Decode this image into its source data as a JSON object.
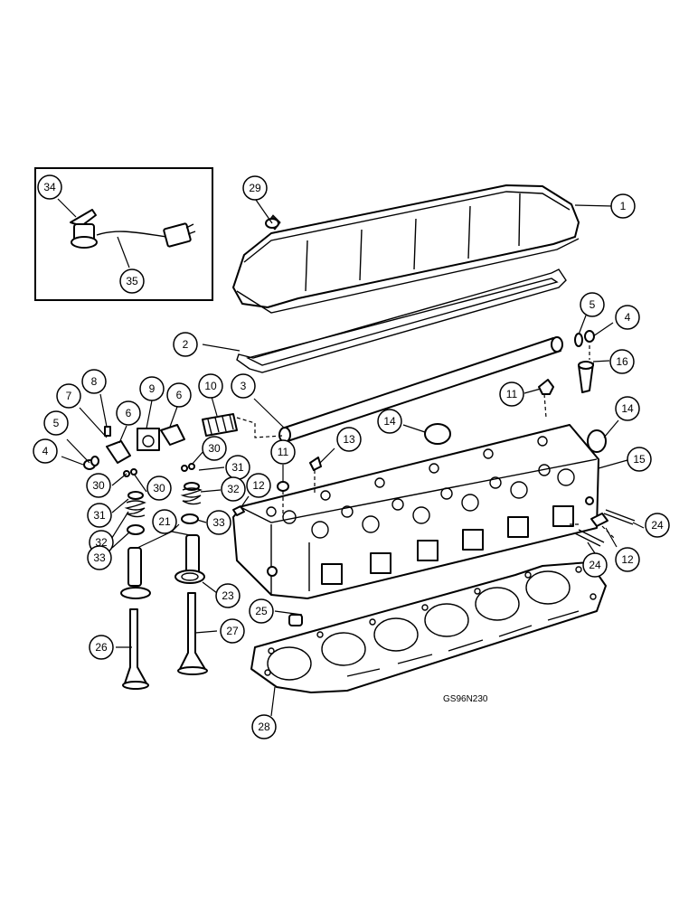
{
  "figure_code": "GS96N230",
  "callouts": [
    {
      "label": "1",
      "name": "valve-cover"
    },
    {
      "label": "2",
      "name": "valve-cover-gasket"
    },
    {
      "label": "3",
      "name": "rocker-shaft"
    },
    {
      "label": "4",
      "name": "plug-right"
    },
    {
      "label": "5",
      "name": "clip-right"
    },
    {
      "label": "16",
      "name": "sleeve"
    },
    {
      "label": "11",
      "name": "bracket-right"
    },
    {
      "label": "14",
      "name": "expansion-plug-left"
    },
    {
      "label": "14",
      "name": "expansion-plug-right"
    },
    {
      "label": "15",
      "name": "cylinder-head"
    },
    {
      "label": "13",
      "name": "insert"
    },
    {
      "label": "11",
      "name": "bracket-center"
    },
    {
      "label": "12",
      "name": "fitting-left"
    },
    {
      "label": "24",
      "name": "stud-right"
    },
    {
      "label": "12",
      "name": "fitting-right"
    },
    {
      "label": "24",
      "name": "stud-lower"
    },
    {
      "label": "29",
      "name": "oil-filler-cap"
    },
    {
      "label": "34",
      "name": "heater-element"
    },
    {
      "label": "35",
      "name": "heater-cord"
    },
    {
      "label": "8",
      "name": "adjusting-screw"
    },
    {
      "label": "7",
      "name": "lock-nut"
    },
    {
      "label": "6",
      "name": "rocker-arm-left"
    },
    {
      "label": "9",
      "name": "rocker-support"
    },
    {
      "label": "6",
      "name": "rocker-arm-right"
    },
    {
      "label": "10",
      "name": "spacer-spring"
    },
    {
      "label": "5",
      "name": "clip-left"
    },
    {
      "label": "4",
      "name": "plug-left"
    },
    {
      "label": "30",
      "name": "valve-keeper-a"
    },
    {
      "label": "30",
      "name": "valve-keeper-b"
    },
    {
      "label": "30",
      "name": "valve-keeper-c"
    },
    {
      "label": "31",
      "name": "spring-retainer-left"
    },
    {
      "label": "31",
      "name": "spring-retainer-right"
    },
    {
      "label": "32",
      "name": "valve-spring-left"
    },
    {
      "label": "32",
      "name": "valve-spring-right"
    },
    {
      "label": "33",
      "name": "valve-seal-left"
    },
    {
      "label": "33",
      "name": "valve-seal-right"
    },
    {
      "label": "21",
      "name": "valve-guide"
    },
    {
      "label": "23",
      "name": "valve-seat-insert"
    },
    {
      "label": "25",
      "name": "dowel"
    },
    {
      "label": "26",
      "name": "intake-valve"
    },
    {
      "label": "27",
      "name": "exhaust-valve"
    },
    {
      "label": "28",
      "name": "head-gasket"
    }
  ]
}
